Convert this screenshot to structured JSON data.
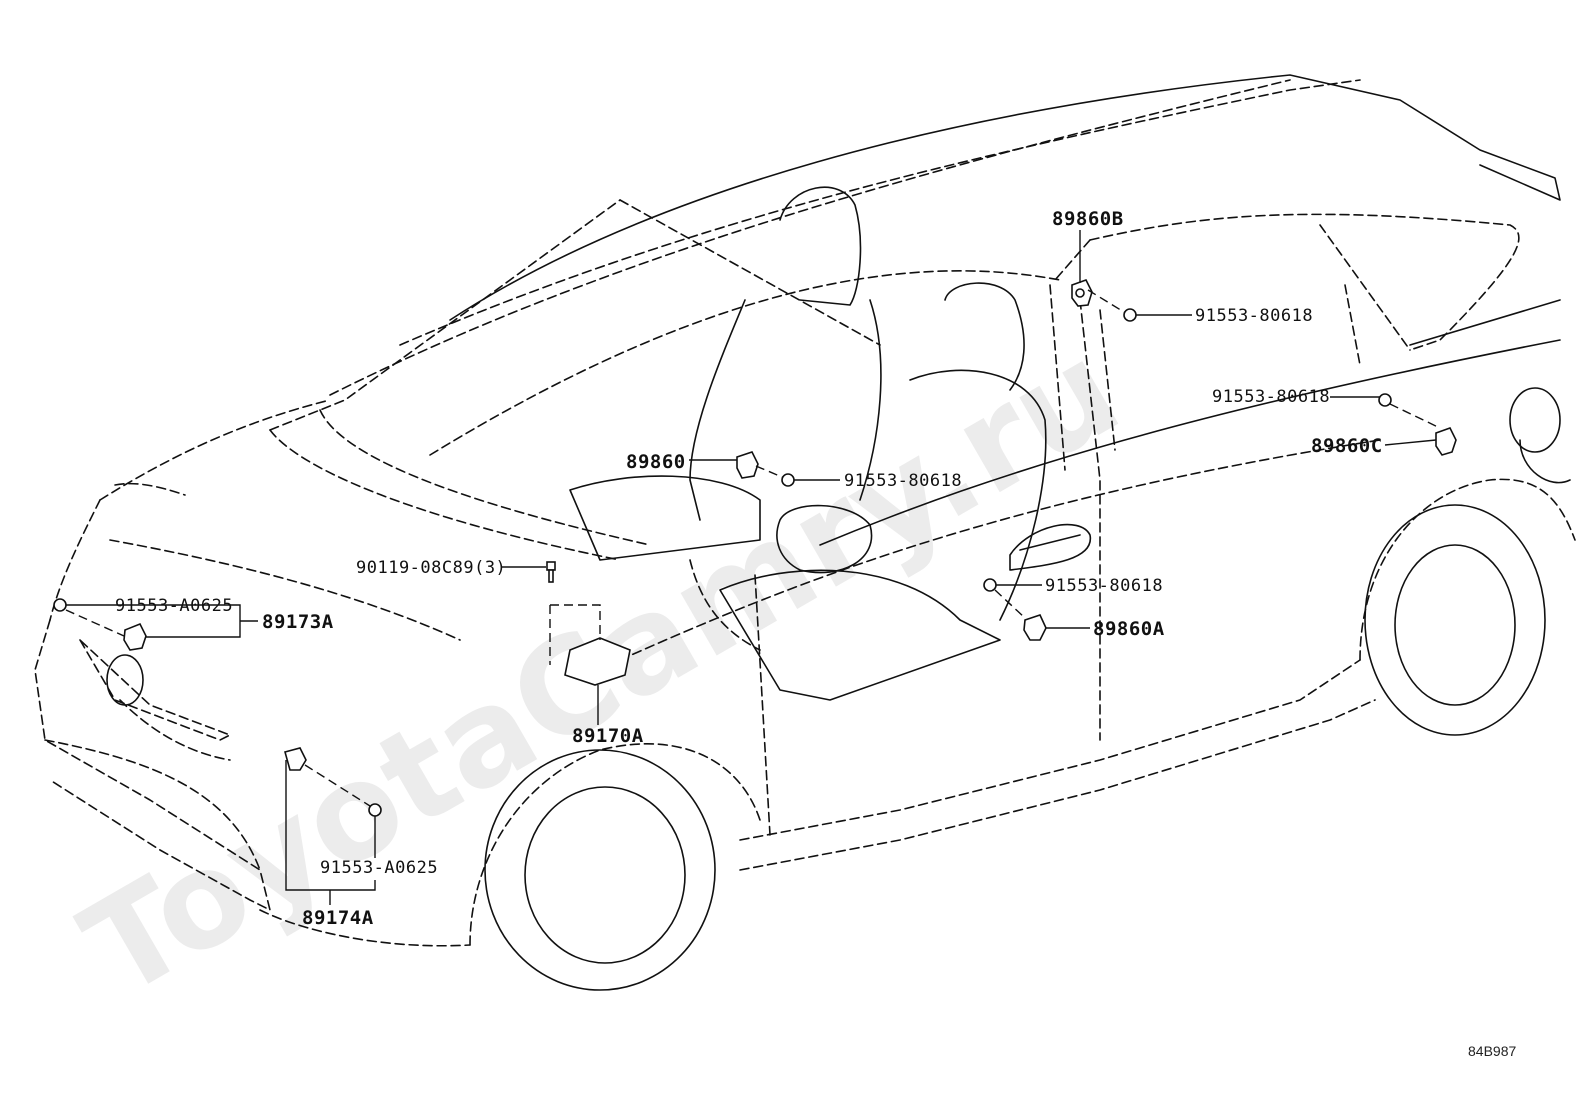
{
  "watermark": {
    "text": "ToyotaCamry.ru",
    "color": "#e8e8e8"
  },
  "diagram_id": "84B987",
  "callouts": [
    {
      "id": "89860B",
      "label": "89860B"
    },
    {
      "id": "91553-80618-b",
      "label": "91553-80618"
    },
    {
      "id": "91553-80618-c",
      "label": "91553-80618"
    },
    {
      "id": "89860C",
      "label": "89860C"
    },
    {
      "id": "89860",
      "label": "89860"
    },
    {
      "id": "91553-80618-center",
      "label": "91553-80618"
    },
    {
      "id": "90119-08C89",
      "label": "90119-08C89(3)"
    },
    {
      "id": "91553-A0625-front",
      "label": "91553-A0625"
    },
    {
      "id": "89173A",
      "label": "89173A"
    },
    {
      "id": "91553-80618-a",
      "label": "91553-80618"
    },
    {
      "id": "89860A",
      "label": "89860A"
    },
    {
      "id": "89170A",
      "label": "89170A"
    },
    {
      "id": "91553-A0625-lower",
      "label": "91553-A0625"
    },
    {
      "id": "89174A",
      "label": "89174A"
    }
  ]
}
